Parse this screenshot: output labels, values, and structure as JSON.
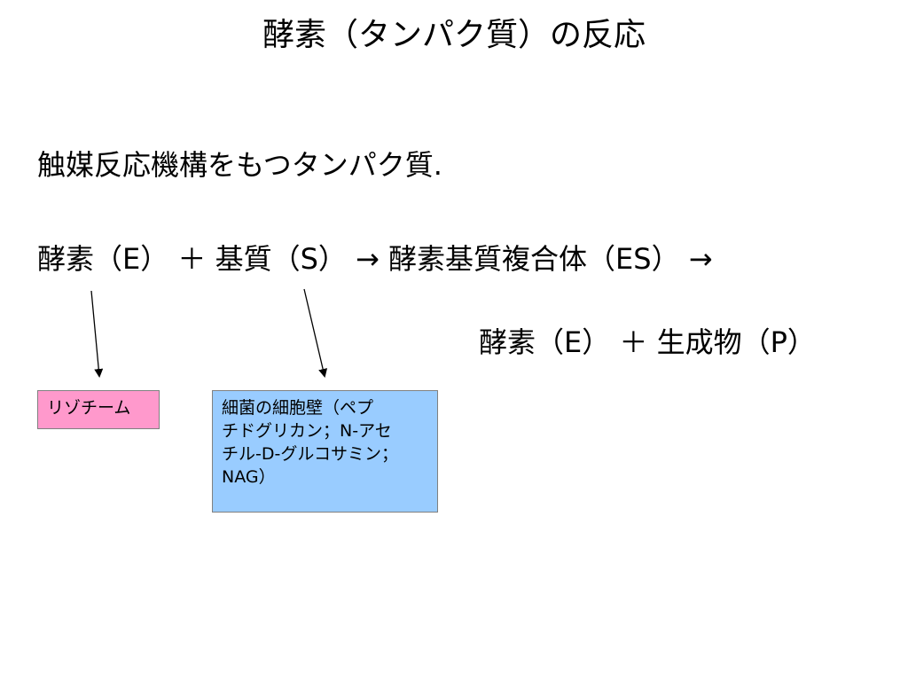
{
  "slide": {
    "title": "酵素（タンパク質）の反応",
    "definition": "触媒反応機構をもつタンパク質.",
    "reaction_line_1": "酵素（E） ＋ 基質（S） → 酵素基質複合体（ES） →",
    "reaction_line_2": "酵素（E） ＋ 生成物（P）"
  },
  "annotations": {
    "enzyme_example": "リゾチーム",
    "substrate_example": "細菌の細胞壁（ペプ\nチドグリカン；N-アセ\nチル-D-グルコサミン；\nNAG）"
  },
  "colors": {
    "enzyme_box": "#ff99cc",
    "substrate_box": "#99ccff"
  }
}
